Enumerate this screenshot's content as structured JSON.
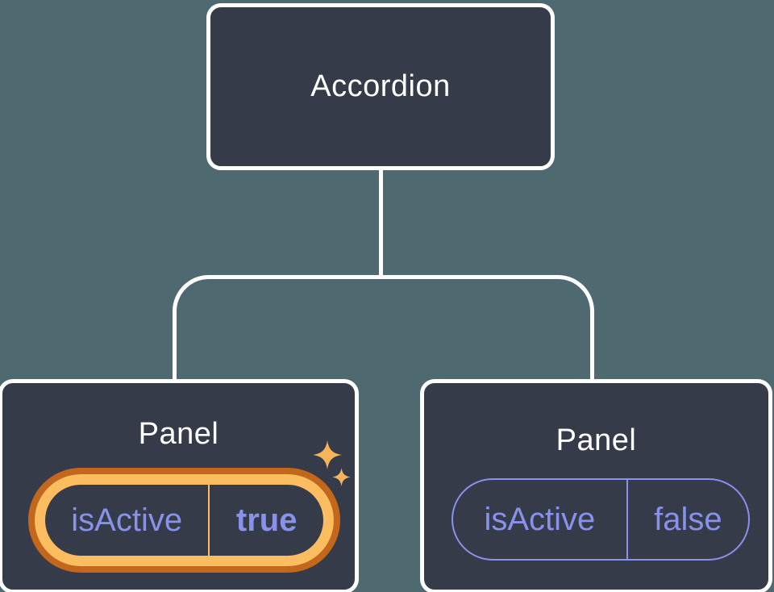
{
  "diagram": {
    "description": "React component tree: Accordion parent with two Panel children holding isActive state",
    "root": {
      "label": "Accordion"
    },
    "panels": [
      {
        "label": "Panel",
        "state": {
          "key": "isActive",
          "value": "true"
        },
        "highlighted": true
      },
      {
        "label": "Panel",
        "state": {
          "key": "isActive",
          "value": "false"
        },
        "highlighted": false
      }
    ]
  },
  "icons": {
    "sparkles": "sparkle-stars-icon"
  },
  "colors": {
    "background": "#4E6970",
    "node_fill": "#353B48",
    "node_border": "#FFFFFF",
    "connector": "#FFFFFF",
    "state_text": "#8891EC",
    "state_pill_border": "#8891EC",
    "highlight_ring_outer": "#C2671B",
    "highlight_ring_inner": "#FBBD60",
    "sparkle": "#F6B45A"
  }
}
